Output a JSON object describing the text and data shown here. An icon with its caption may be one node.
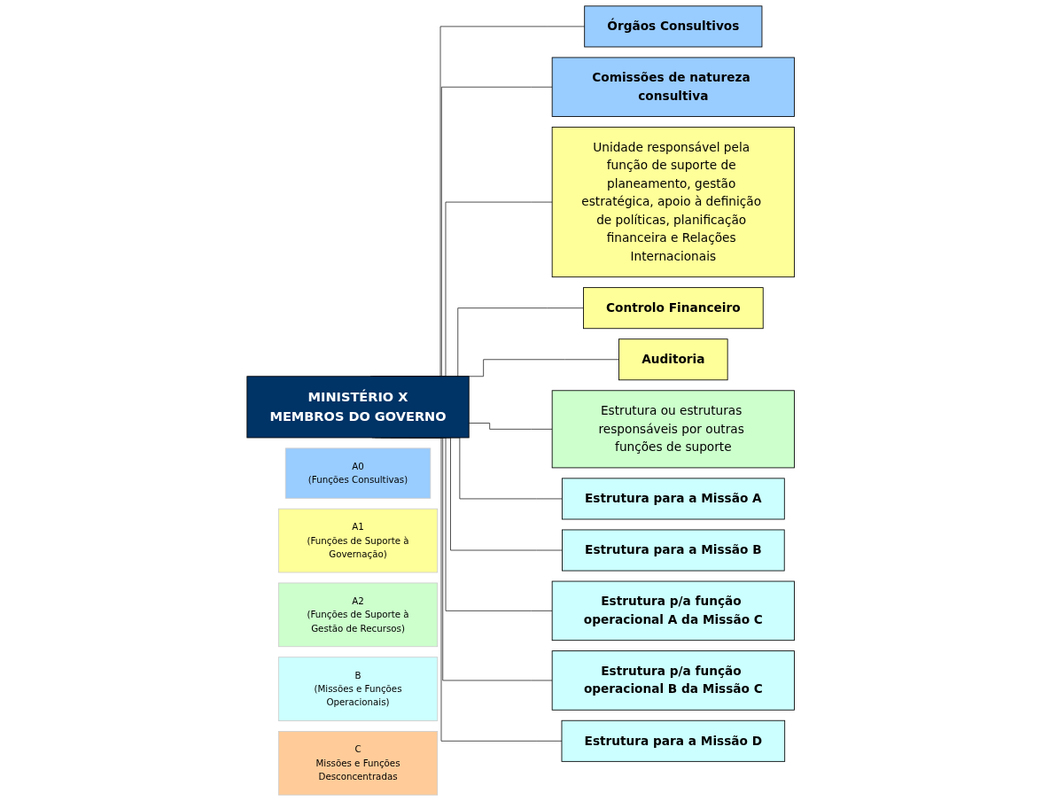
{
  "diagram": {
    "nodes": [
      {
        "text": [
          "MINISTÉRIO X",
          "MEMBROS DO GOVERNO"
        ]
      },
      {
        "text": [
          "A0",
          "(Funções Consultivas)"
        ]
      },
      {
        "text": [
          "Órgãos Consultivos"
        ]
      },
      {
        "text": [
          "Comissões de natureza consultiva"
        ]
      },
      {
        "text": [
          "A1",
          "(Funções de Suporte à Governação)"
        ]
      },
      {
        "text": [
          "Unidade responsável pela função de suporte de planeamento, gestão estratégica, apoio à definição de políticas, planificação financeira e Relações Internacionais"
        ]
      },
      {
        "text": [
          "Controlo Financeiro"
        ]
      },
      {
        "text": [
          "Auditoria"
        ]
      },
      {
        "text": [
          "A2",
          "(Funções de Suporte à Gestão de Recursos)"
        ]
      },
      {
        "text": [
          "Estrutura ou estruturas responsáveis por outras funções de suporte"
        ]
      },
      {
        "text": [
          "B",
          "(Missões e Funções Operacionais)"
        ]
      },
      {
        "text": [
          "Estrutura para a Missão A"
        ]
      },
      {
        "text": [
          "Estrutura para a Missão B"
        ]
      },
      {
        "text": [
          "Estrutura p/a função operacional A da Missão C"
        ]
      },
      {
        "text": [
          "Estrutura p/a função operacional B da Missão C"
        ]
      },
      {
        "text": [
          "Estrutura para a Missão D"
        ]
      },
      {
        "text": [
          "C",
          "Missões e Funções Desconcentradas"
        ]
      }
    ],
    "edges": [
      {
        "from": 0,
        "to": 2,
        "arrow": "none"
      },
      {
        "from": 0,
        "to": 3,
        "arrow": "none"
      },
      {
        "from": 0,
        "to": 5,
        "arrow": "none"
      },
      {
        "from": 0,
        "to": 6,
        "arrow": "none"
      },
      {
        "from": 0,
        "to": 7,
        "arrow": "none"
      },
      {
        "from": 0,
        "to": 9,
        "arrow": "none"
      },
      {
        "from": 0,
        "to": 11,
        "arrow": "none"
      },
      {
        "from": 0,
        "to": 12,
        "arrow": "none"
      },
      {
        "from": 0,
        "to": 13,
        "arrow": "none"
      },
      {
        "from": 0,
        "to": 14,
        "arrow": "none"
      },
      {
        "from": 0,
        "to": 15,
        "arrow": "none"
      }
    ]
  }
}
